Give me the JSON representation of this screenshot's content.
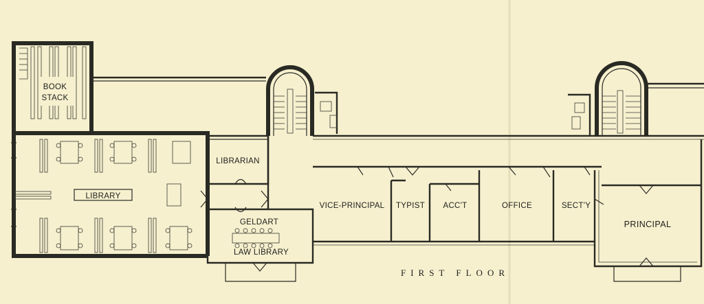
{
  "plan": {
    "rooms": {
      "book_stack_line1": "BOOK",
      "book_stack_line2": "STACK",
      "library": "LIBRARY",
      "librarian": "LIBRARIAN",
      "geldart": "GELDART",
      "law_library": "LAW LIBRARY",
      "vice_principal": "VICE-PRINCIPAL",
      "typist": "TYPIST",
      "acct": "ACC'T",
      "office": "OFFICE",
      "secty": "SECT'Y",
      "principal": "PRINCIPAL"
    },
    "caption": "FIRST FLOOR"
  },
  "colors": {
    "paper": "#f6f0cf",
    "ink": "#2a2a24",
    "fold_line": "#e3dab8"
  }
}
